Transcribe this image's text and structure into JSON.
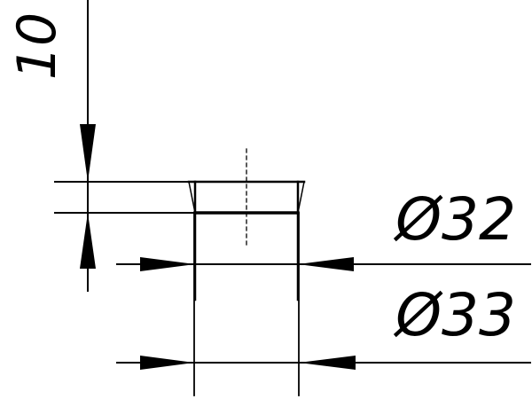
{
  "drawing": {
    "dim_height_label": "10",
    "dim_inner_diameter_label": "Ø32",
    "dim_outer_diameter_label": "Ø33"
  },
  "colors": {
    "line": "#000000",
    "background": "#ffffff"
  }
}
